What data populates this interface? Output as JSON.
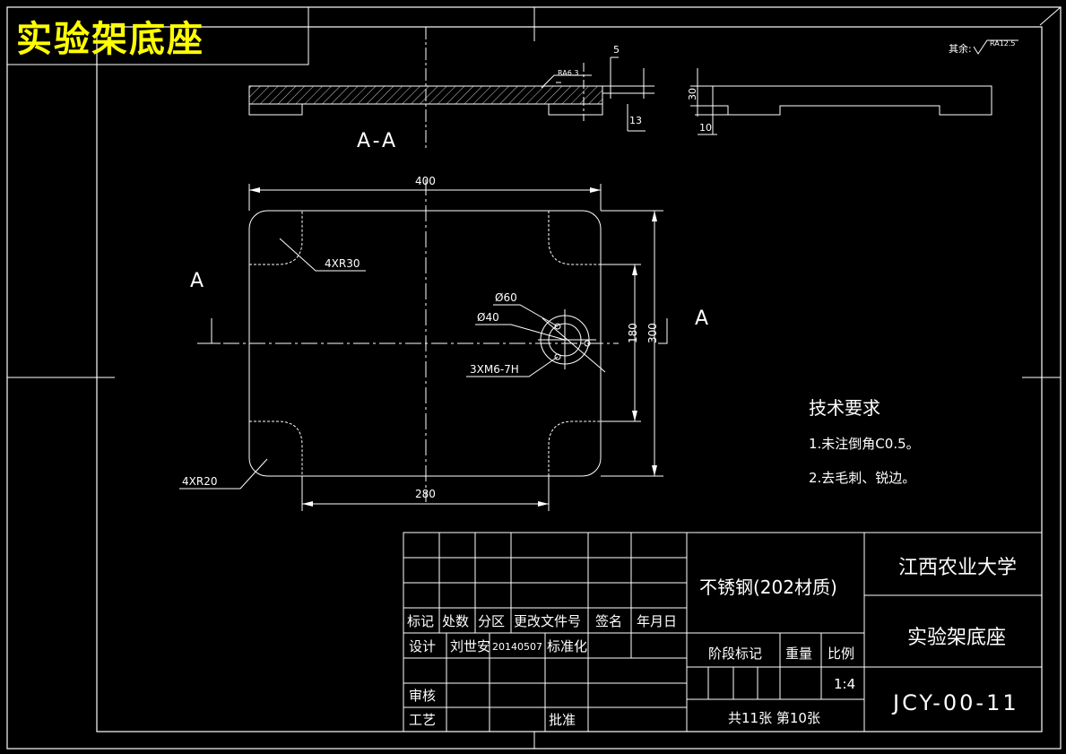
{
  "drawing": {
    "title": "实验架底座",
    "roughness_note": "其余:",
    "roughness_rest": "RA12.5",
    "section_label": "A-A",
    "section_mark_left": "A",
    "section_mark_right": "A",
    "dim_width": "400",
    "dim_hole_spacing": "280",
    "dim_height": "300",
    "dim_inner_height": "180",
    "dim_thickness_side": "5",
    "dim_13": "13",
    "dim_30": "30",
    "dim_10": "10",
    "roughness_section": "RA6.3",
    "corner_r30": "4XR30",
    "corner_r20": "4XR20",
    "dia60": "Ø60",
    "dia40": "Ø40",
    "thread": "3XM6-7H"
  },
  "tech_requirements": {
    "heading": "技术要求",
    "items": [
      "1.未注倒角C0.5。",
      "2.去毛刺、锐边。"
    ]
  },
  "title_block": {
    "material": "不锈钢(202材质)",
    "school": "江西农业大学",
    "part_name": "实验架底座",
    "drawing_no": "JCY-00-11",
    "header_row": [
      "标记",
      "处数",
      "分区",
      "更改文件号",
      "签名",
      "年月日"
    ],
    "design_label": "设计",
    "designer": "刘世安",
    "date": "20140507",
    "standardize_label": "标准化",
    "check_label": "审核",
    "process_label": "工艺",
    "approve_label": "批准",
    "stage_label": "阶段标记",
    "weight_label": "重量",
    "scale_label": "比例",
    "scale": "1:4",
    "sheets": "共11张 第10张"
  }
}
